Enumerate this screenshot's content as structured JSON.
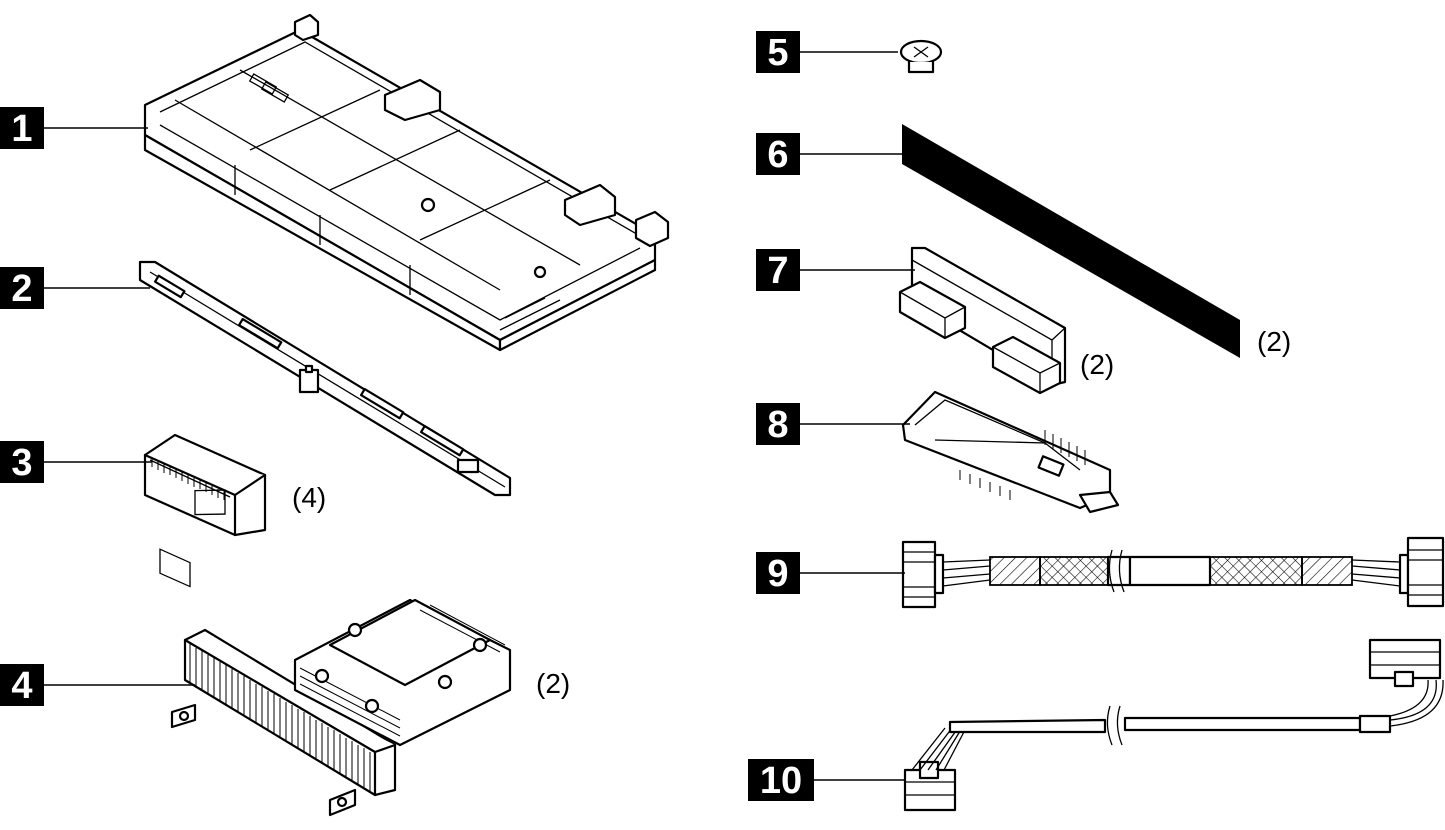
{
  "callouts": [
    {
      "id": "1",
      "quantity": ""
    },
    {
      "id": "2",
      "quantity": ""
    },
    {
      "id": "3",
      "quantity": "(4)"
    },
    {
      "id": "4",
      "quantity": "(2)"
    },
    {
      "id": "5",
      "quantity": ""
    },
    {
      "id": "6",
      "quantity": "(2)"
    },
    {
      "id": "7",
      "quantity": "(2)"
    },
    {
      "id": "8",
      "quantity": ""
    },
    {
      "id": "9",
      "quantity": ""
    },
    {
      "id": "10",
      "quantity": ""
    }
  ],
  "colors": {
    "ink": "#000000",
    "paper": "#ffffff"
  }
}
